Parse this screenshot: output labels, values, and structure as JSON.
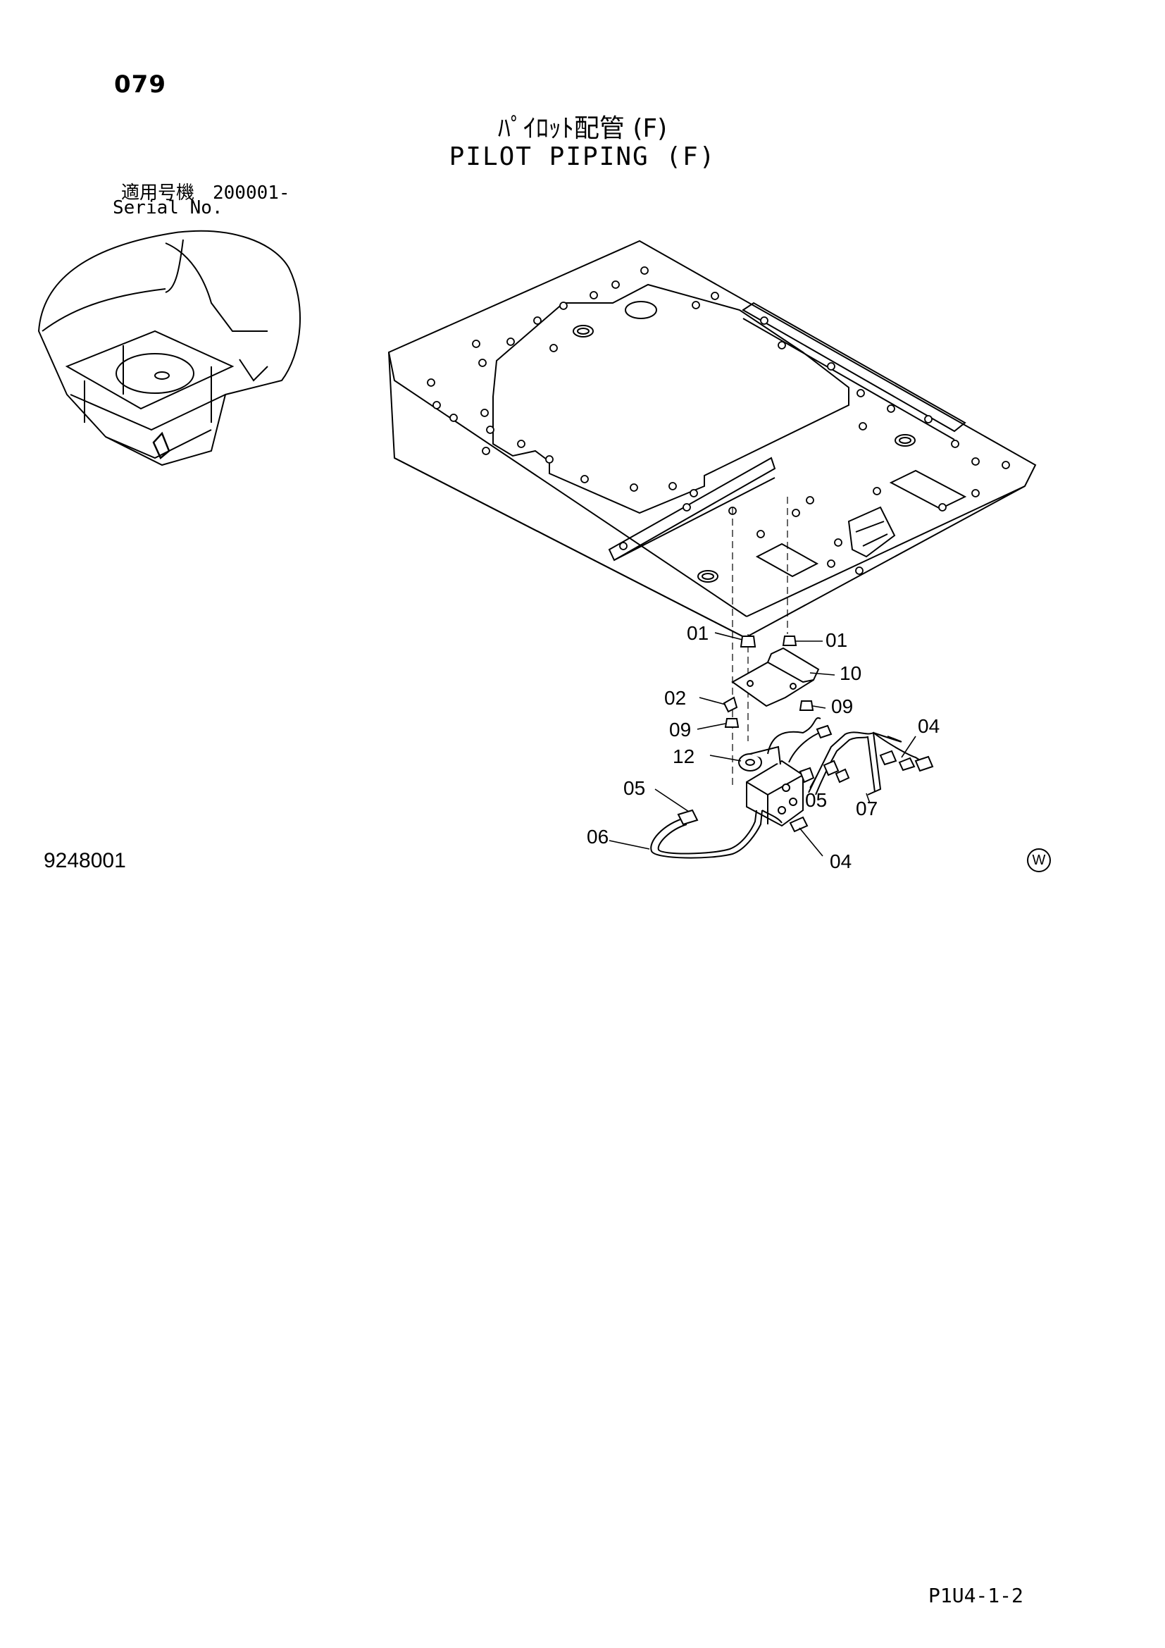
{
  "header": {
    "page_number": "079",
    "title_jp": "ﾊﾟｲﾛｯﾄ配管 (F)",
    "title_en": "PILOT PIPING (F)",
    "serial_jp": "適用号機　200001-",
    "serial_en": "Serial No."
  },
  "footer": {
    "figure_number": "9248001",
    "watermark": "W",
    "page_code": "P1U4-1-2"
  },
  "callouts": [
    {
      "label": "01"
    },
    {
      "label": "01"
    },
    {
      "label": "10"
    },
    {
      "label": "02"
    },
    {
      "label": "09"
    },
    {
      "label": "09"
    },
    {
      "label": "04"
    },
    {
      "label": "12"
    },
    {
      "label": "05"
    },
    {
      "label": "05"
    },
    {
      "label": "07"
    },
    {
      "label": "06"
    },
    {
      "label": "04"
    }
  ]
}
